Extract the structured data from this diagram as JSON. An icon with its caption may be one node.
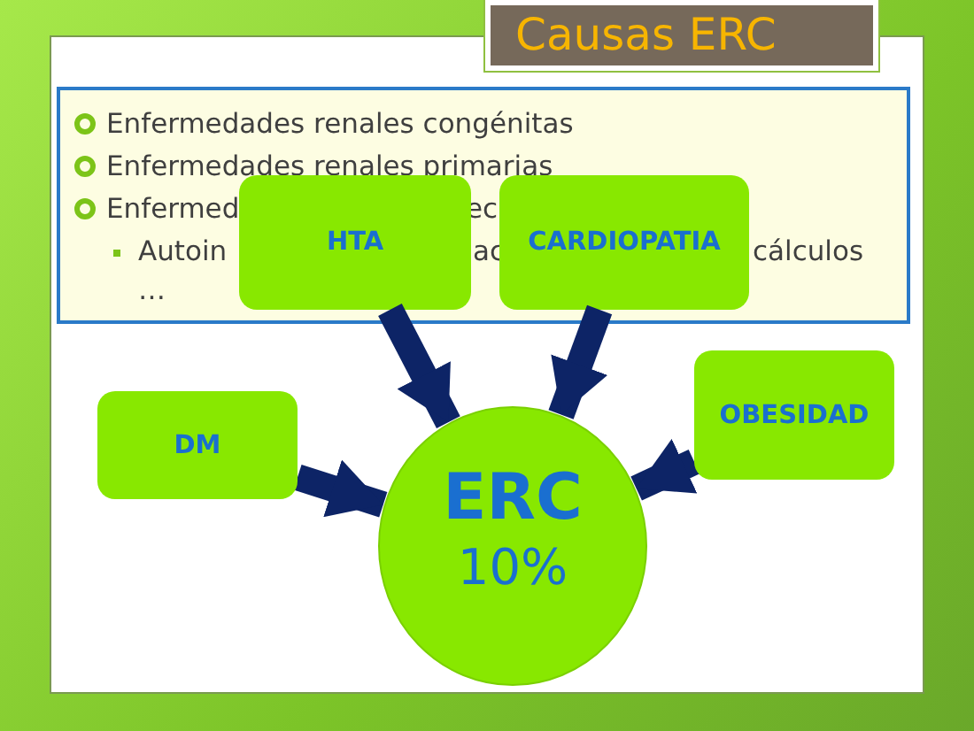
{
  "diagram": {
    "title": "Causas ERC",
    "nodes": [
      {
        "text": [
          "Enfermedades renales congénitas",
          "Enfermedades renales primarias",
          "Enfermed",
          "ec",
          "Autoin",
          "ac",
          "cálculos",
          "…"
        ]
      },
      {
        "text": [
          "HTA"
        ],
        "in": 0
      },
      {
        "text": [
          "CARDIOPATIA"
        ],
        "in": 0
      },
      {
        "text": [
          "DM"
        ]
      },
      {
        "text": [
          "OBESIDAD"
        ]
      },
      {
        "text": [
          "ERC",
          "10%"
        ]
      }
    ],
    "edges": [
      {
        "from": 1,
        "to": 5,
        "arrow": "to"
      },
      {
        "from": 2,
        "to": 5,
        "arrow": "to"
      },
      {
        "from": 3,
        "to": 5,
        "arrow": "to"
      },
      {
        "from": 4,
        "to": 5,
        "arrow": "to"
      }
    ]
  }
}
